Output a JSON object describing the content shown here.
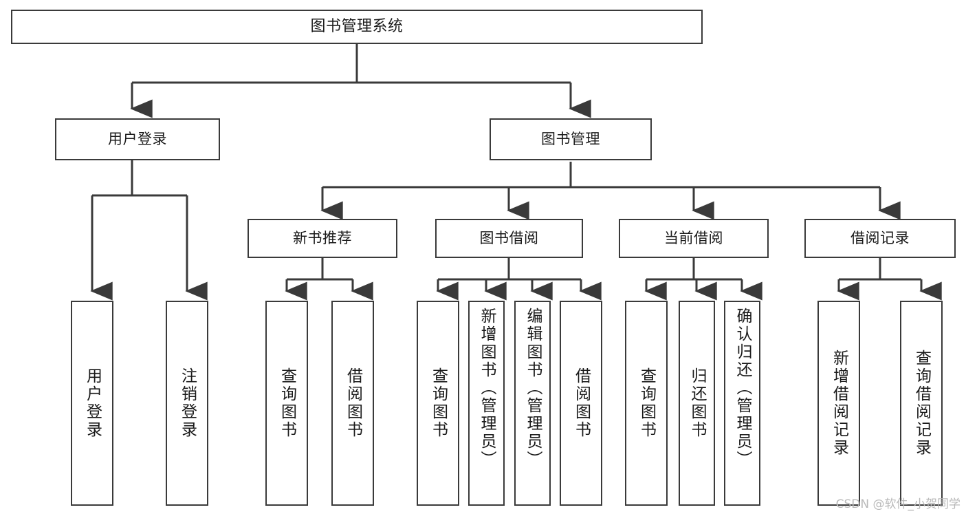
{
  "diagram": {
    "type": "tree",
    "title": "图书管理系统",
    "background_color": "#ffffff",
    "node_border_color": "#3a3a3a",
    "node_fill_color": "#ffffff",
    "connector_color": "#3a3a3a"
  },
  "root": {
    "label": "图书管理系统"
  },
  "level1": [
    {
      "label": "用户登录"
    },
    {
      "label": "图书管理"
    }
  ],
  "level2": [
    {
      "label": "新书推荐"
    },
    {
      "label": "图书借阅"
    },
    {
      "label": "当前借阅"
    },
    {
      "label": "借阅记录"
    }
  ],
  "leaves": {
    "user_login": [
      {
        "label": "用户登录"
      },
      {
        "label": "注销登录"
      }
    ],
    "new_book": [
      {
        "label": "查询图书"
      },
      {
        "label": "借阅图书"
      }
    ],
    "book_borrow": [
      {
        "label": "查询图书"
      },
      {
        "label": "新增图书（管理员）"
      },
      {
        "label": "编辑图书（管理员）"
      },
      {
        "label": "借阅图书"
      }
    ],
    "current_borrow": [
      {
        "label": "查询图书"
      },
      {
        "label": "归还图书"
      },
      {
        "label": "确认归还（管理员）"
      }
    ],
    "borrow_record": [
      {
        "label": "新增借阅记录"
      },
      {
        "label": "查询借阅记录"
      }
    ]
  },
  "watermark": {
    "text": "CSDN @软件_小贺同学",
    "color": "#b9b9b9"
  }
}
